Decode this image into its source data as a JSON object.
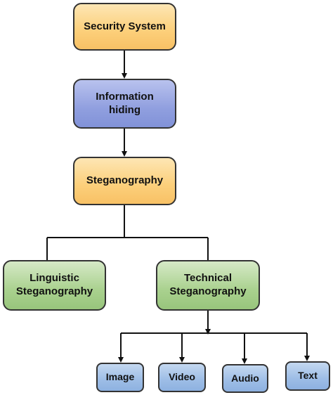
{
  "diagram": {
    "nodes": {
      "security_system": "Security System",
      "information_hiding": "Information\nhiding",
      "steganography": "Steganography",
      "linguistic": "Linguistic\nSteganography",
      "technical": "Technical\nSteganography",
      "image": "Image",
      "video": "Video",
      "audio": "Audio",
      "text": "Text"
    },
    "edges": [
      [
        "security_system",
        "information_hiding"
      ],
      [
        "information_hiding",
        "steganography"
      ],
      [
        "steganography",
        "linguistic"
      ],
      [
        "steganography",
        "technical"
      ],
      [
        "technical",
        "image"
      ],
      [
        "technical",
        "video"
      ],
      [
        "technical",
        "audio"
      ],
      [
        "technical",
        "text"
      ]
    ],
    "colors": {
      "orange": "#fccf7a",
      "blue": "#909fdf",
      "green": "#a9d18e",
      "light_blue": "#9dbde6",
      "border": "#333333",
      "connector": "#111111"
    }
  }
}
